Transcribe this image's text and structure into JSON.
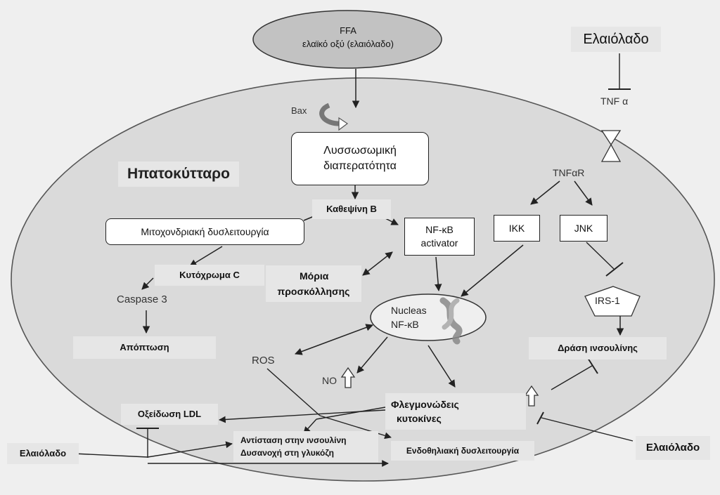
{
  "top_node": {
    "line1": "FFA",
    "line2": "ελαϊκό οξύ (ελαιόλαδο)"
  },
  "cell_label": "Ηπατοκύτταρο",
  "nodes": {
    "bax": "Bax",
    "lysosomal_line1": "Λυσσωσωμική",
    "lysosomal_line2": "διαπερατότητα",
    "cathepsin": "Καθεψίνη Β",
    "mito": "Μιτοχονδριακή δυσλειτουργία",
    "cytochrome": "Κυτόχρωμα C",
    "caspase": "Caspase 3",
    "apoptosis": "Απόπτωση",
    "nfkb_act_line1": "NF-κB",
    "nfkb_act_line2": "activator",
    "adhesion_line1": "Μόρια",
    "adhesion_line2": "προσκόλλησης",
    "nucleus_line1": "Nucleas",
    "nucleus_line2": "NF-κB",
    "ikk": "IKK",
    "jnk": "JNK",
    "tnfa": "TNF α",
    "tnfr": "TNFαR",
    "irs1": "IRS-1",
    "insulin_action": "Δράση ινσουλίνης",
    "ros": "ROS",
    "no": "NO",
    "cytokines_line1": "Φλεγμονώδεις",
    "cytokines_line2": "κυτοκίνες",
    "ldl": "Οξείδωση LDL",
    "resistance_line1": "Αντίσταση στην ινσουλίνη",
    "resistance_line2": "Δυσανοχή στη γλυκόζη",
    "endothelial": "Ενδοθηλιακή δυσλειτουργία"
  },
  "olive_oil": {
    "top_right": "Ελαιόλαδο",
    "left": "Ελαιόλαδο",
    "bottom_right": "Ελαιόλαδο"
  }
}
